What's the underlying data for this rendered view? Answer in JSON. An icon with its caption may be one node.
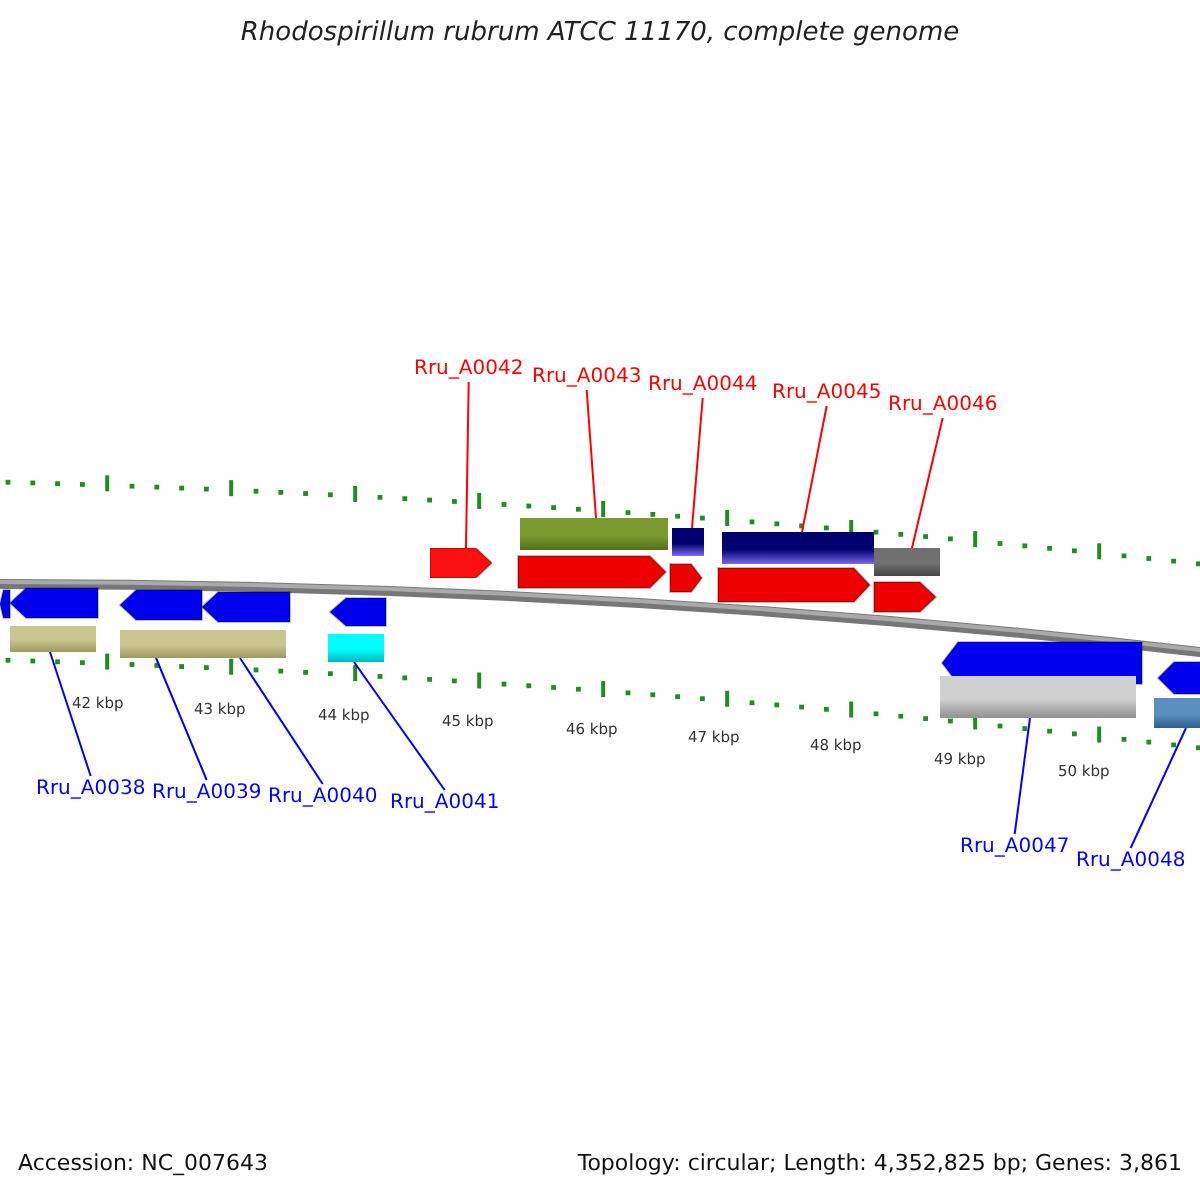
{
  "diagram": {
    "title": "Rhodospirillum rubrum ATCC 11170, complete genome",
    "nodes": [
      {
        "text": [
          "Rru_A0042"
        ]
      },
      {
        "text": [
          "Rru_A0043"
        ]
      },
      {
        "text": [
          "Rru_A0044"
        ]
      },
      {
        "text": [
          "Rru_A0045"
        ]
      },
      {
        "text": [
          "Rru_A0046"
        ]
      },
      {
        "text": [
          "Rru_A0038"
        ]
      },
      {
        "text": [
          "Rru_A0039"
        ]
      },
      {
        "text": [
          "Rru_A0040"
        ]
      },
      {
        "text": [
          "Rru_A0041"
        ]
      },
      {
        "text": [
          "Rru_A0047"
        ]
      },
      {
        "text": [
          "Rru_A0048"
        ]
      },
      {
        "text": [],
        "shape": "bar"
      },
      {
        "text": [],
        "shape": "bar"
      },
      {
        "text": [],
        "shape": "bar"
      },
      {
        "text": [],
        "shape": "bar"
      },
      {
        "text": [],
        "shape": "arrow"
      },
      {
        "text": [],
        "shape": "bar"
      },
      {
        "text": [],
        "shape": "bar"
      },
      {
        "text": [],
        "shape": "bar"
      },
      {
        "text": [],
        "shape": "bar"
      },
      {
        "text": [],
        "shape": "bar"
      },
      {
        "text": [],
        "shape": "bar"
      }
    ],
    "edges": [
      {
        "from": 0,
        "to": 15,
        "arrow": "none",
        "color": "#ff0000"
      },
      {
        "from": 1,
        "to": 16,
        "arrow": "none",
        "color": "#ff0000"
      },
      {
        "from": 2,
        "to": 17,
        "arrow": "none",
        "color": "#ff0000"
      },
      {
        "from": 3,
        "to": 18,
        "arrow": "none",
        "color": "#ff0000"
      },
      {
        "from": 4,
        "to": 19,
        "arrow": "none",
        "color": "#ff0000"
      },
      {
        "from": 5,
        "to": 11,
        "arrow": "none"
      },
      {
        "from": 6,
        "to": 12,
        "arrow": "none"
      },
      {
        "from": 7,
        "to": 13,
        "arrow": "none"
      },
      {
        "from": 8,
        "to": 14,
        "arrow": "none"
      },
      {
        "from": 9,
        "to": 20,
        "arrow": "none"
      },
      {
        "from": 10,
        "to": 21,
        "arrow": "none"
      }
    ],
    "labels": [
      "42 kbp",
      "43 kbp",
      "44 kbp",
      "45 kbp",
      "46 kbp",
      "47 kbp",
      "48 kbp",
      "49 kbp",
      "50 kbp",
      "Accession: NC_007643",
      "Topology: circular; Length: 4,352,825 bp; Genes: 3,861"
    ]
  }
}
